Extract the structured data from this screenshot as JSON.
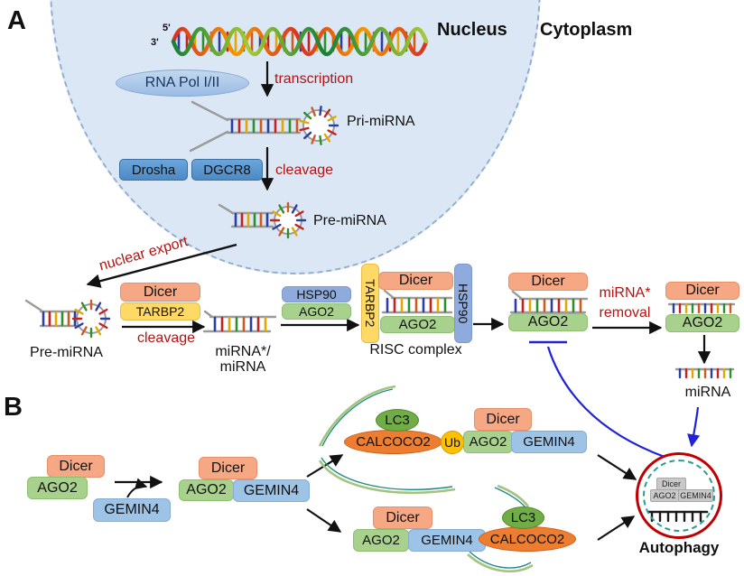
{
  "figure": {
    "panel_a_label": "A",
    "panel_b_label": "B",
    "nucleus": "Nucleus",
    "cytoplasm": "Cytoplasm",
    "five_prime": "5'",
    "three_prime": "3'",
    "rna_pol": "RNA Pol I/II",
    "transcription": "transcription",
    "pri_mirna": "Pri-miRNA",
    "drosha": "Drosha",
    "dgcr8": "DGCR8",
    "cleavage_nuclear": "cleavage",
    "pre_mirna_nuclear": "Pre-miRNA",
    "nuclear_export": "nuclear export",
    "pre_mirna_cyto": "Pre-miRNA",
    "dicer_step": "Dicer",
    "tarbp2_step": "TARBP2",
    "cleavage_cyto": "cleavage",
    "mirna_duplex_line1": "miRNA*/",
    "mirna_duplex_line2": "miRNA",
    "hsp90_step": "HSP90",
    "ago2_step": "AGO2",
    "risc_tarbp2": "TARBP2",
    "risc_dicer": "Dicer",
    "risc_ago2": "AGO2",
    "risc_hsp90": "HSP90",
    "risc_label": "RISC complex",
    "post_risc_dicer": "Dicer",
    "post_risc_ago2": "AGO2",
    "mirna_star_removal_line1": "miRNA*",
    "mirna_star_removal_line2": "removal",
    "mature_dicer": "Dicer",
    "mature_ago2": "AGO2",
    "mirna_label": "miRNA",
    "b_c1_dicer": "Dicer",
    "b_c1_ago2": "AGO2",
    "b_gemin4_free": "GEMIN4",
    "b_c2_dicer": "Dicer",
    "b_c2_ago2": "AGO2",
    "b_c2_gemin4": "GEMIN4",
    "bt_lc3": "LC3",
    "bt_calcoco2": "CALCOCO2",
    "bt_ub": "Ub",
    "bt_ago2": "AGO2",
    "bt_gemin4": "GEMIN4",
    "bt_dicer": "Dicer",
    "bb_dicer": "Dicer",
    "bb_ago2": "AGO2",
    "bb_gemin4": "GEMIN4",
    "bb_calcoco2": "CALCOCO2",
    "bb_lc3": "LC3",
    "auto_dicer": "Dicer",
    "auto_ago2": "AGO2",
    "auto_gemin4": "GEMIN4",
    "autophagy": "Autophagy"
  },
  "colors": {
    "nucleus_fill": "#dbe7f4",
    "nucleus_border": "#92aed2",
    "dicer_salmon": "#f6a884",
    "ago2_green": "#a9d18e",
    "tarbp2_yellow": "#ffd966",
    "hsp90_blue": "#8faadc",
    "gemin4_blue": "#9dc3e6",
    "drosha_blue": "#5b9bd5",
    "lc3_green": "#70ad47",
    "calcoco2_orange": "#ed7d31",
    "ub_yellow": "#ffc000",
    "red_text": "#b31312",
    "blue_signal": "#2121d8",
    "autophagosome_red": "#c00000",
    "membrane_teal": "#2a9d8f"
  }
}
